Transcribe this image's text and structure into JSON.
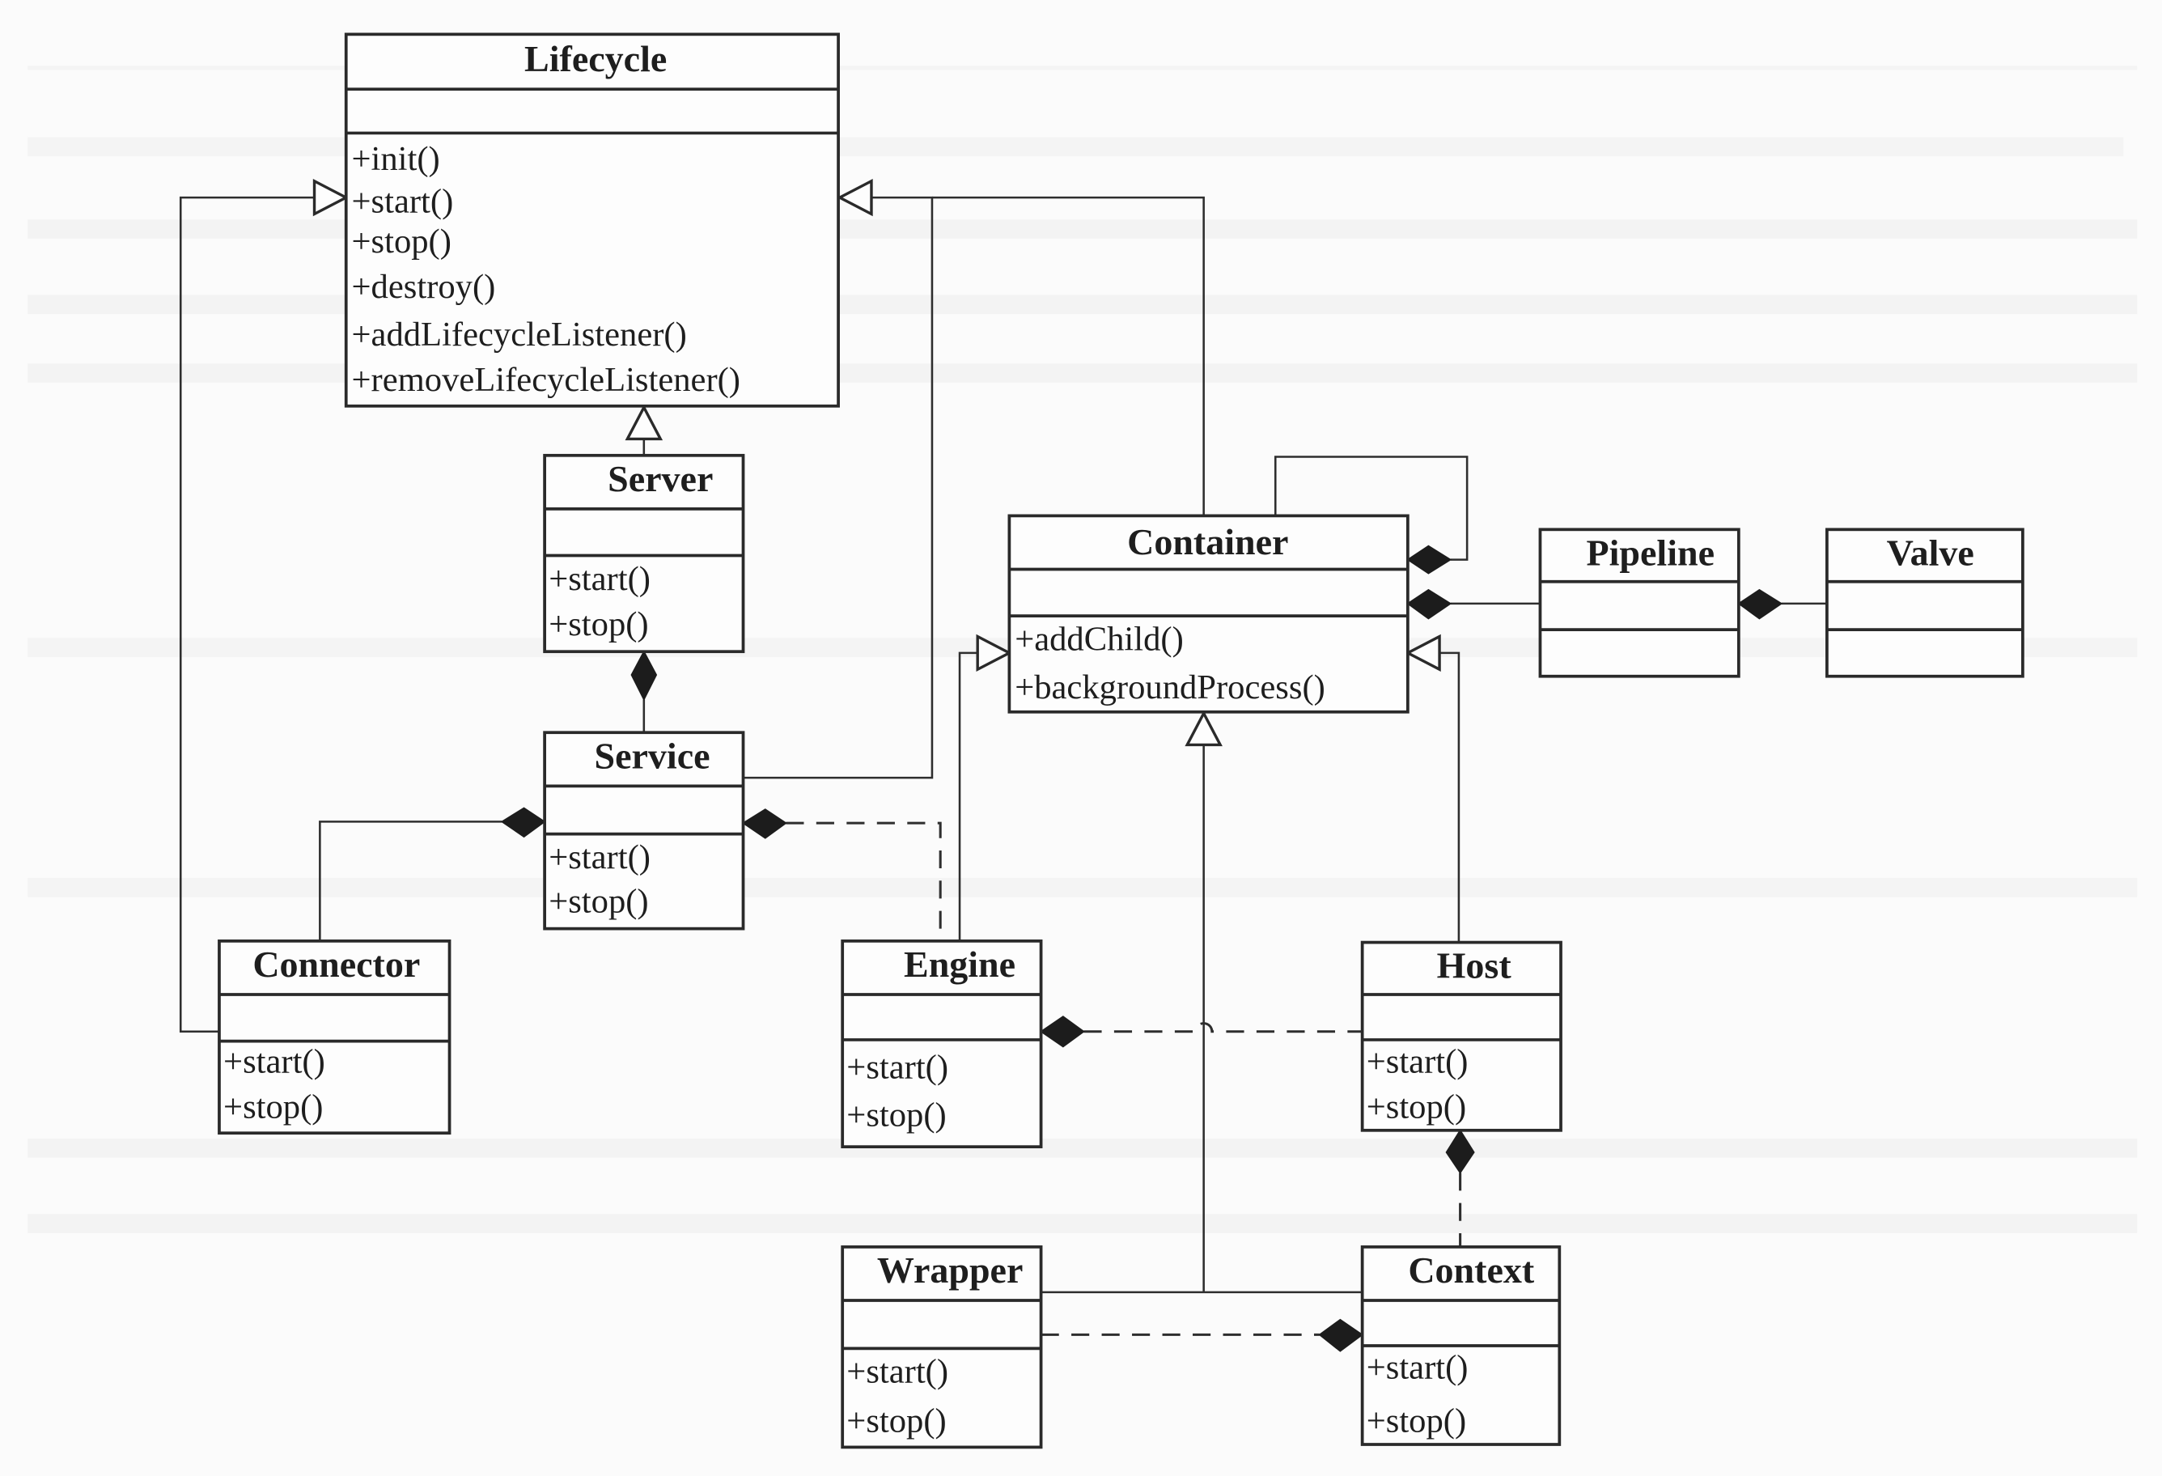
{
  "diagram": {
    "type": "UML class diagram",
    "classes": [
      {
        "id": "lifecycle",
        "name": "Lifecycle",
        "operations": [
          "+init()",
          "+start()",
          "+stop()",
          "+destroy()",
          "+addLifecycleListener()",
          "+removeLifecycleListener()"
        ]
      },
      {
        "id": "server",
        "name": "Server",
        "operations": [
          "+start()",
          "+stop()"
        ]
      },
      {
        "id": "service",
        "name": "Service",
        "operations": [
          "+start()",
          "+stop()"
        ]
      },
      {
        "id": "connector",
        "name": "Connector",
        "operations": [
          "+start()",
          "+stop()"
        ]
      },
      {
        "id": "container",
        "name": "Container",
        "operations": [
          "+addChild()",
          "+backgroundProcess()"
        ]
      },
      {
        "id": "pipeline",
        "name": "Pipeline",
        "operations": []
      },
      {
        "id": "valve",
        "name": "Valve",
        "operations": []
      },
      {
        "id": "engine",
        "name": "Engine",
        "operations": [
          "+start()",
          "+stop()"
        ]
      },
      {
        "id": "host",
        "name": "Host",
        "operations": [
          "+start()",
          "+stop()"
        ]
      },
      {
        "id": "wrapper",
        "name": "Wrapper",
        "operations": [
          "+start()",
          "+stop()"
        ]
      },
      {
        "id": "context",
        "name": "Context",
        "operations": [
          "+start()",
          "+stop()"
        ]
      }
    ],
    "relationships": [
      {
        "type": "generalization",
        "from": "Server",
        "to": "Lifecycle"
      },
      {
        "type": "generalization",
        "from": "Connector",
        "to": "Lifecycle"
      },
      {
        "type": "generalization",
        "from": "Service",
        "to": "Lifecycle"
      },
      {
        "type": "generalization",
        "from": "Container",
        "to": "Lifecycle"
      },
      {
        "type": "composition",
        "whole": "Server",
        "part": "Service"
      },
      {
        "type": "composition",
        "whole": "Service",
        "part": "Connector"
      },
      {
        "type": "composition",
        "whole": "Service",
        "part": "Engine",
        "style": "dashed"
      },
      {
        "type": "composition",
        "whole": "Container",
        "part": "Container",
        "note": "self"
      },
      {
        "type": "composition",
        "whole": "Container",
        "part": "Pipeline"
      },
      {
        "type": "composition",
        "whole": "Pipeline",
        "part": "Valve"
      },
      {
        "type": "generalization",
        "from": "Engine",
        "to": "Container"
      },
      {
        "type": "generalization",
        "from": "Host",
        "to": "Container"
      },
      {
        "type": "generalization",
        "from": "Wrapper",
        "to": "Container"
      },
      {
        "type": "generalization",
        "from": "Context",
        "to": "Container"
      },
      {
        "type": "composition",
        "whole": "Engine",
        "part": "Host",
        "style": "dashed"
      },
      {
        "type": "composition",
        "whole": "Host",
        "part": "Context",
        "style": "dashed"
      },
      {
        "type": "composition",
        "whole": "Context",
        "part": "Wrapper",
        "style": "dashed"
      }
    ]
  }
}
